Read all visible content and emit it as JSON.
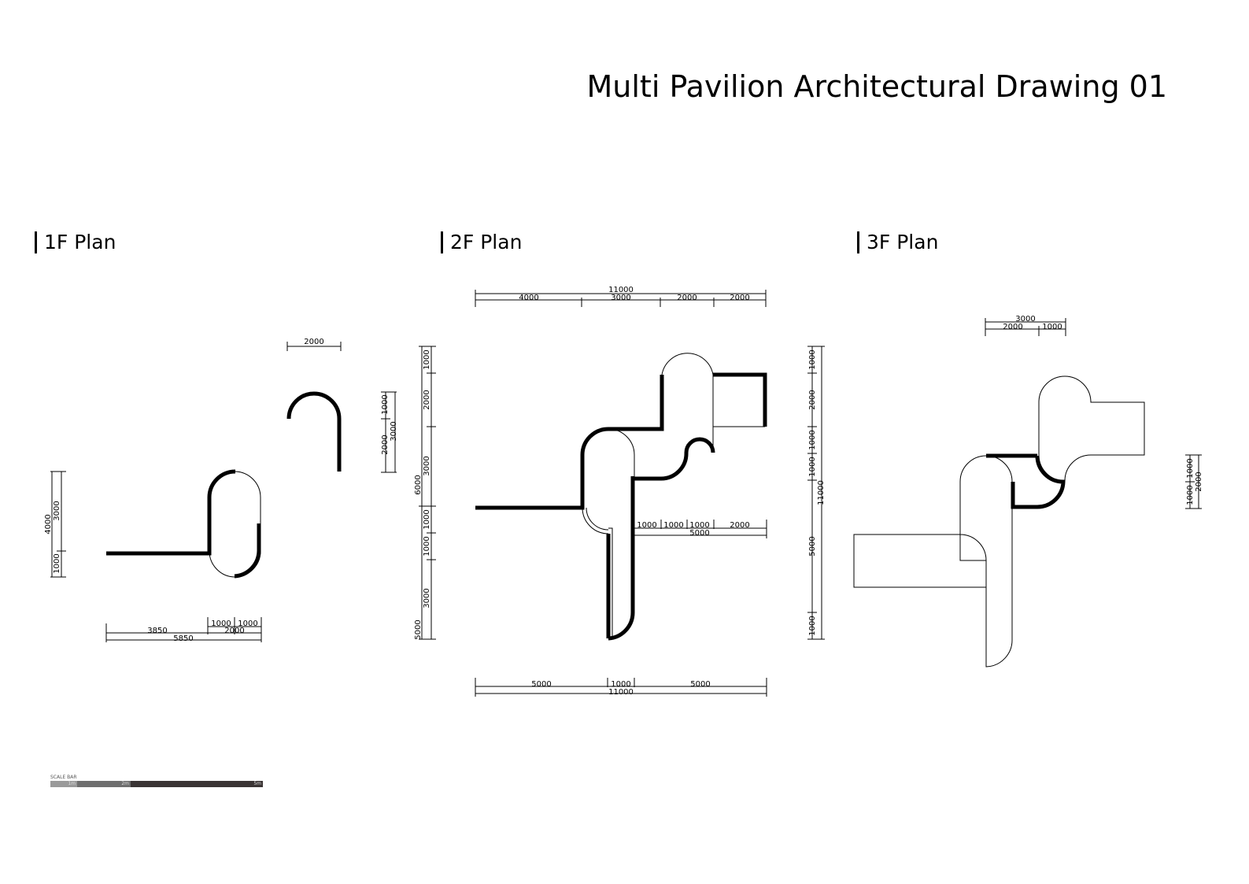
{
  "title": "Multi Pavilion Architectural Drawing 01",
  "plans": [
    {
      "label": "1F Plan"
    },
    {
      "label": "2F Plan"
    },
    {
      "label": "3F Plan"
    }
  ],
  "dimensions": {
    "p1": {
      "top": [
        "2000"
      ],
      "left": [
        "4000",
        "3000",
        "1000"
      ],
      "bottom_row1": [
        "1000",
        "1000"
      ],
      "bottom_row2": [
        "3850",
        "2000"
      ],
      "bottom_total": "5850"
    },
    "p2": {
      "top_total": "11000",
      "top": [
        "4000",
        "3000",
        "2000",
        "2000"
      ],
      "left_inner": [
        "1000",
        "3000",
        "2000"
      ],
      "left": [
        "1000",
        "2000",
        "3000",
        "6000",
        "1000",
        "1000",
        "3000",
        "5000"
      ],
      "mid": [
        "1000",
        "1000",
        "1000",
        "2000"
      ],
      "mid_total": "5000",
      "bottom": [
        "5000",
        "1000",
        "5000"
      ],
      "bottom_total": "11000",
      "right": [
        "1000",
        "2000",
        "1000",
        "1000",
        "11000",
        "5000",
        "1000"
      ]
    },
    "p3": {
      "top_total": "3000",
      "top": [
        "2000",
        "1000"
      ],
      "right": [
        "1000",
        "1000",
        "2000"
      ]
    }
  },
  "scale_bar": {
    "caption": "SCALE BAR",
    "segments": [
      "1m",
      "2m",
      "5m"
    ],
    "colors": [
      "#9a9a9a",
      "#6e6e6e",
      "#3a3434"
    ]
  }
}
